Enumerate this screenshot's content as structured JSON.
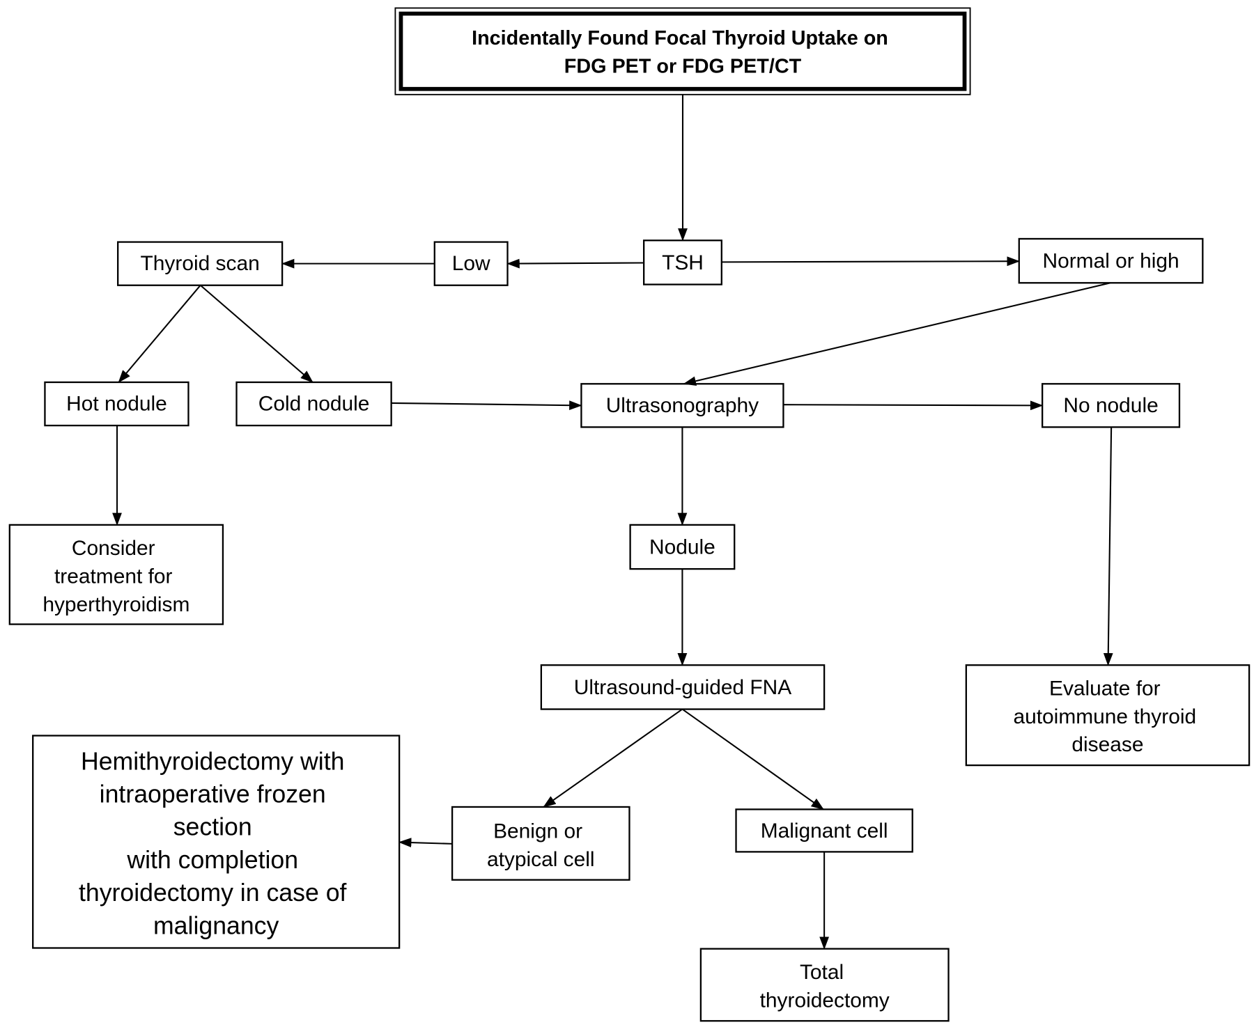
{
  "colors": {
    "stroke": "#000000",
    "background": "#ffffff"
  },
  "title": {
    "lines": [
      "Incidentally Found Focal Thyroid Uptake on",
      "FDG PET or FDG PET/CT"
    ]
  },
  "nodes": {
    "tsh": {
      "lines": [
        "TSH"
      ]
    },
    "low": {
      "lines": [
        "Low"
      ]
    },
    "thyroid_scan": {
      "lines": [
        "Thyroid scan"
      ]
    },
    "normal_or_high": {
      "lines": [
        "Normal or high"
      ]
    },
    "hot_nodule": {
      "lines": [
        "Hot nodule"
      ]
    },
    "cold_nodule": {
      "lines": [
        "Cold nodule"
      ]
    },
    "ultrasonography": {
      "lines": [
        "Ultrasonography"
      ]
    },
    "no_nodule": {
      "lines": [
        "No nodule"
      ]
    },
    "consider_treatment": {
      "lines": [
        "Consider",
        "treatment for",
        "hyperthyroidism"
      ]
    },
    "nodule": {
      "lines": [
        "Nodule"
      ]
    },
    "us_guided_fna": {
      "lines": [
        "Ultrasound-guided FNA"
      ]
    },
    "evaluate_autoimmune": {
      "lines": [
        "Evaluate for",
        "autoimmune thyroid",
        "disease"
      ]
    },
    "hemithyroidectomy": {
      "lines": [
        "Hemithyroidectomy with",
        "intraoperative frozen",
        "section",
        "with completion",
        "thyroidectomy in case of",
        "malignancy"
      ]
    },
    "benign_or_atypical": {
      "lines": [
        "Benign or",
        "atypical cell"
      ]
    },
    "malignant_cell": {
      "lines": [
        "Malignant cell"
      ]
    },
    "total_thyroidectomy": {
      "lines": [
        "Total",
        "thyroidectomy"
      ]
    }
  }
}
